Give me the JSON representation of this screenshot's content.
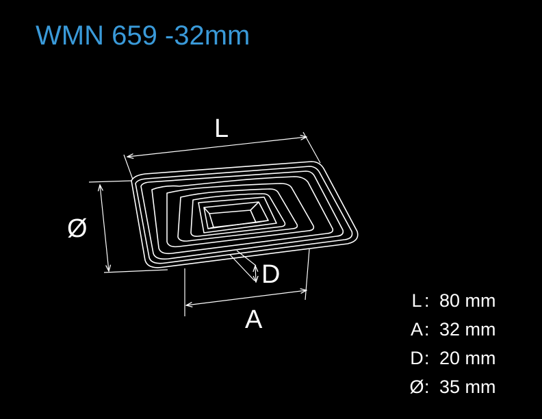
{
  "title": "WMN 659 -32mm",
  "colors": {
    "background": "#000000",
    "title": "#3a9ad9",
    "line": "#ffffff"
  },
  "dimension_labels": {
    "length": "L",
    "diameter": "Ø",
    "depth": "D",
    "spacing": "A"
  },
  "specs": [
    {
      "key": "L",
      "colon": ":",
      "value": "80 mm"
    },
    {
      "key": "A",
      "colon": ":",
      "value": "32 mm"
    },
    {
      "key": "D",
      "colon": ":",
      "value": "20 mm"
    },
    {
      "key": "Ø",
      "colon": ":",
      "value": "35 mm"
    }
  ]
}
